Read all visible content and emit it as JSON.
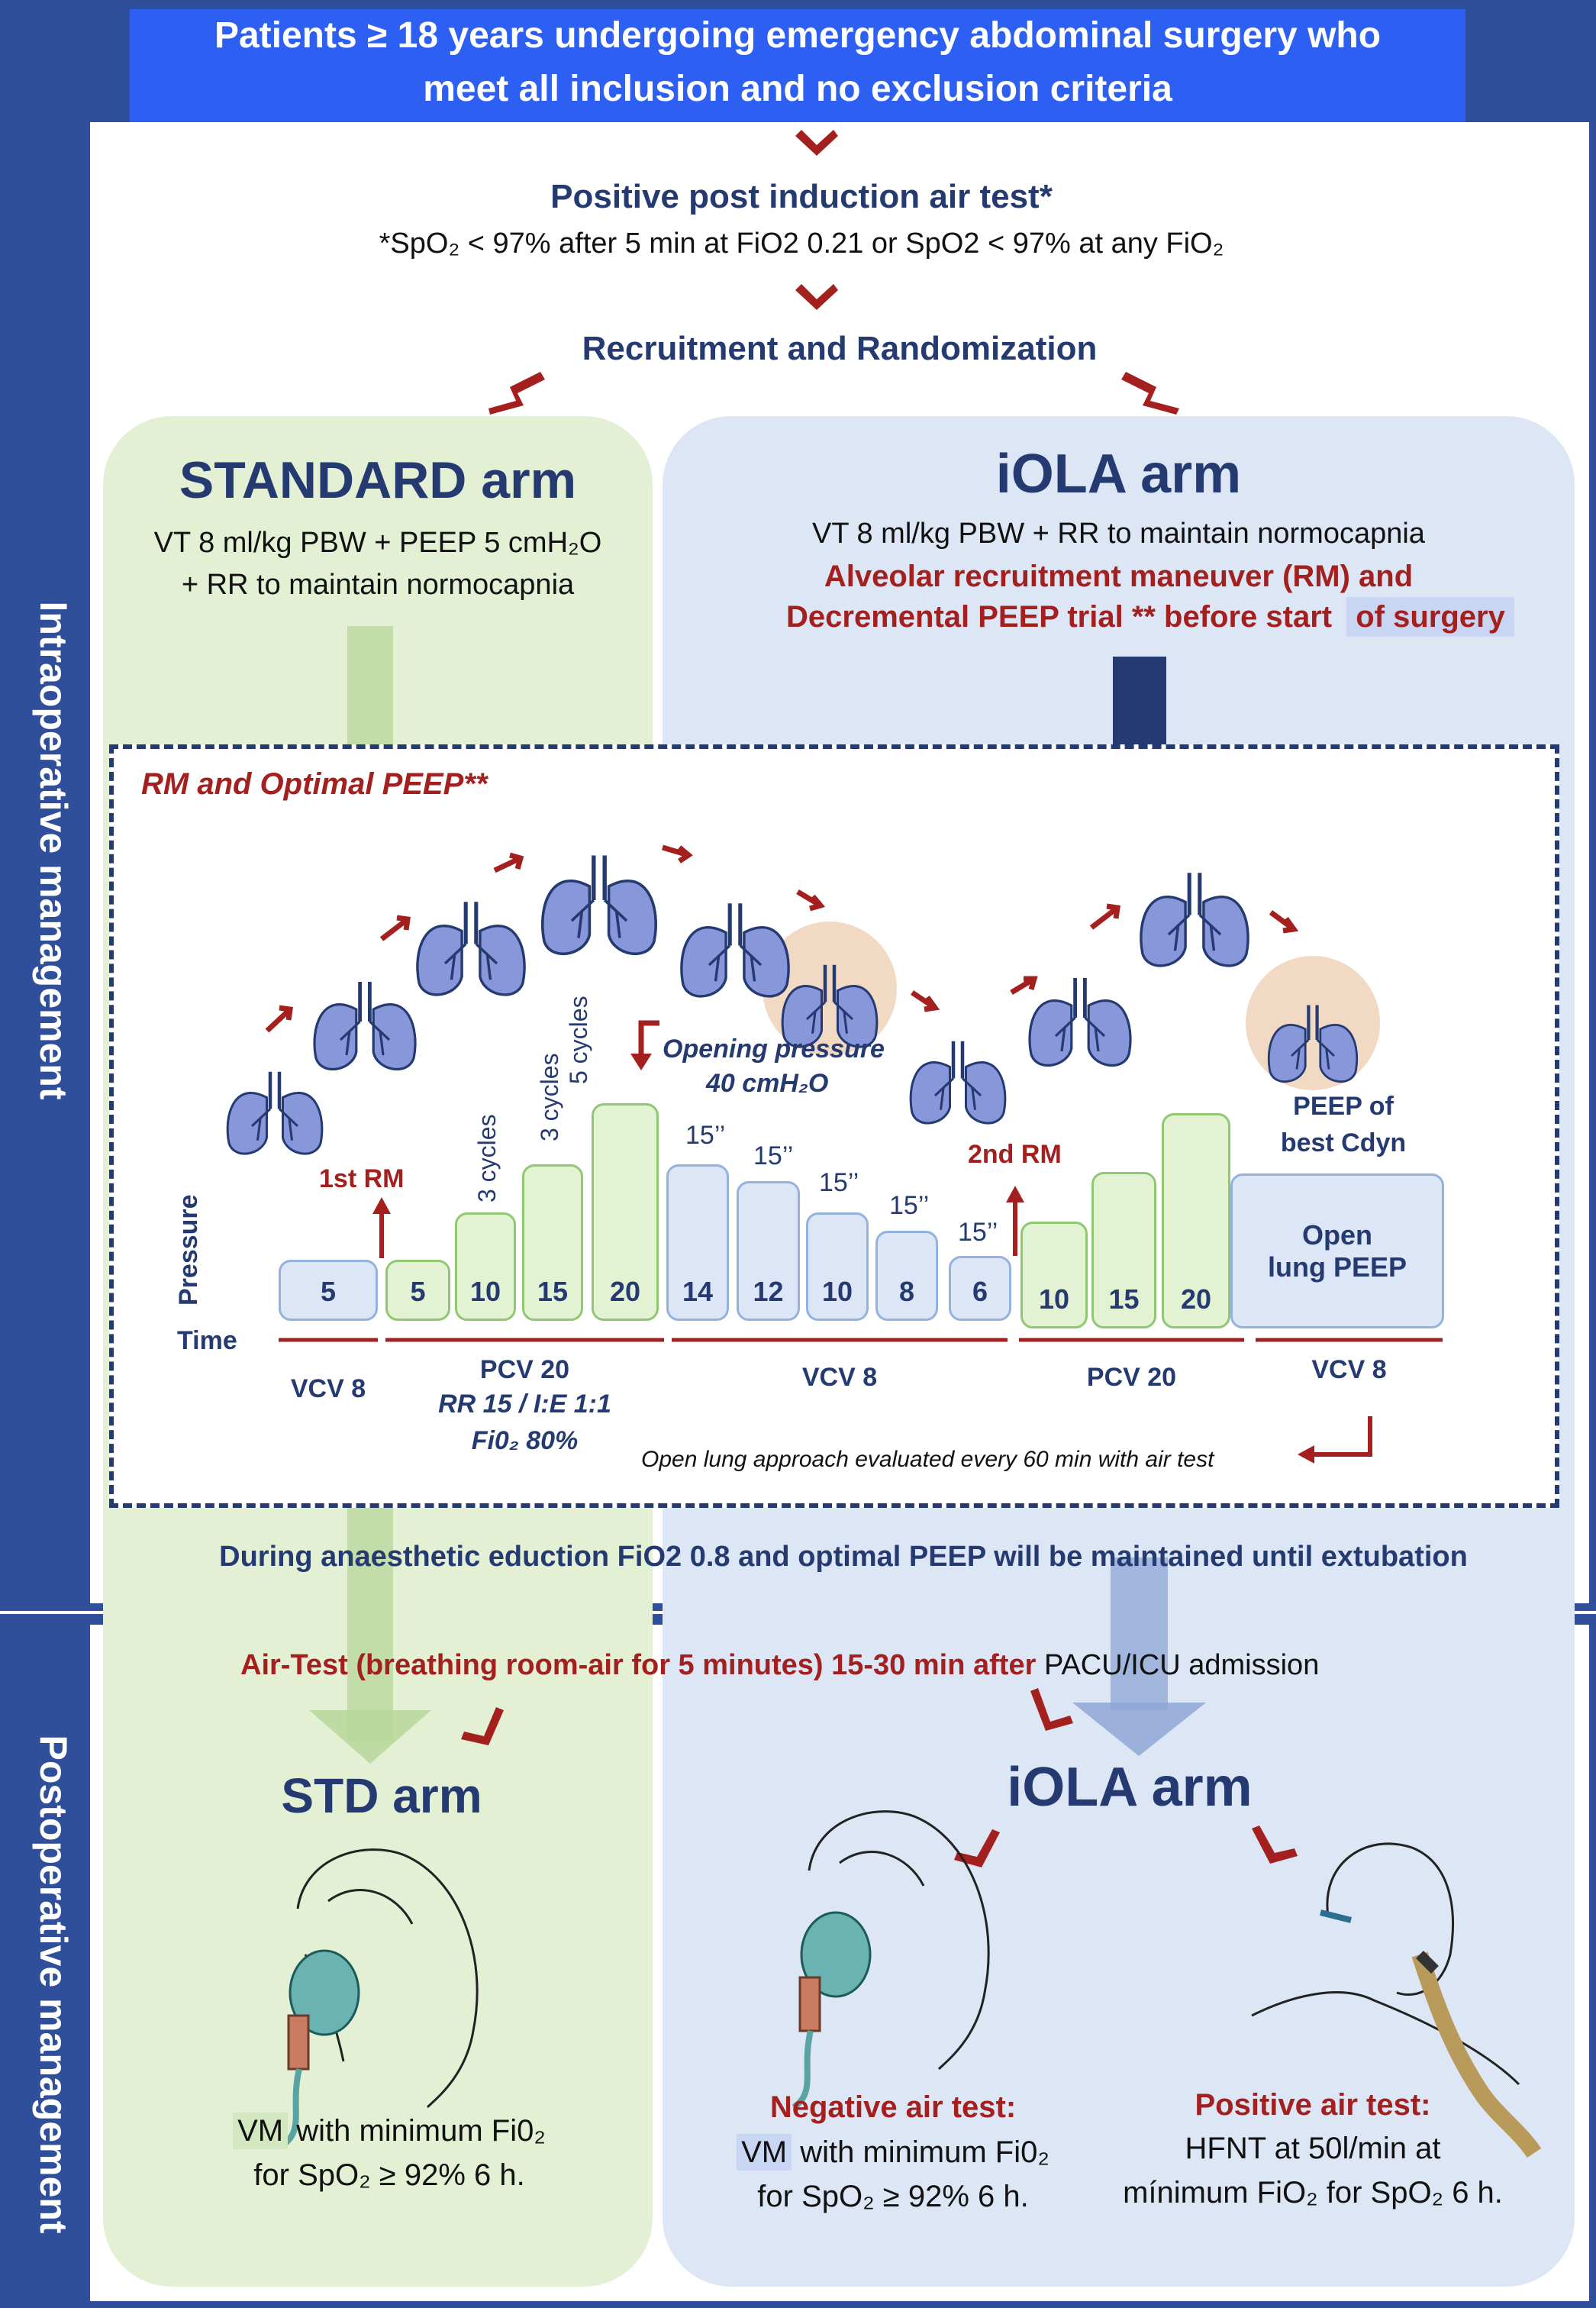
{
  "header": {
    "line1": "Patients ≥ 18 years undergoing emergency abdominal surgery who",
    "line2": "meet all inclusion and no exclusion criteria"
  },
  "side_labels": {
    "intraop": "Intraoperative management",
    "postop": "Postoperative management"
  },
  "air_test": {
    "title": "Positive post induction air test*",
    "note": "*SpO₂ < 97% after 5 min at FiO2 0.21 or SpO2 < 97% at any FiO₂"
  },
  "randomization": "Recruitment and Randomization",
  "standard_arm": {
    "title": "STANDARD arm",
    "line1": "VT 8 ml/kg PBW + PEEP 5 cmH₂O",
    "line2": "+ RR to maintain normocapnia"
  },
  "iola_arm": {
    "title": "iOLA arm",
    "line1": "VT 8 ml/kg PBW + RR to maintain normocapnia",
    "line2": "Alveolar recruitment maneuver (RM) and",
    "line3a": "Decremental PEEP trial ** before start",
    "line3b": "of surgery"
  },
  "rm_box": {
    "title": "RM and Optimal PEEP**",
    "opening_pressure_1": "Opening pressure",
    "opening_pressure_2": "40 cmH₂O",
    "first_rm": "1st RM",
    "second_rm": "2nd RM",
    "peep_best_1": "PEEP of",
    "peep_best_2": "best Cdyn",
    "open_lung_1": "Open",
    "open_lung_2": "lung PEEP",
    "pressure_label": "Pressure",
    "time_label": "Time",
    "cycles": [
      "3 cycles",
      "3 cycles",
      "5 cycles"
    ],
    "secs": [
      "15’’",
      "15’’",
      "15’’",
      "15’’",
      "15’’"
    ],
    "bars": [
      "5",
      "5",
      "10",
      "15",
      "20",
      "14",
      "12",
      "10",
      "8",
      "6",
      "10",
      "15",
      "20"
    ],
    "phases": [
      "VCV 8",
      "PCV 20",
      "VCV 8",
      "PCV 20",
      "VCV 8"
    ],
    "pcv_note1": "RR 15 / I:E 1:1",
    "pcv_note2": "Fi0₂ 80%",
    "eval_note": "Open lung approach evaluated every 60 min with air test"
  },
  "eduction": "During anaesthetic eduction FiO2 0.8 and optimal PEEP will be maintained until extubation",
  "postop": {
    "airtest_red": "Air-Test (breathing room-air for 5 minutes) 15-30 min after",
    "airtest_black": "PACU/ICU admission",
    "std_title": "STD arm",
    "iola_title": "iOLA arm",
    "std_vm": "VM",
    "std_line1": "with minimum Fi0₂",
    "std_line2": "for SpO₂ ≥ 92% 6 h.",
    "neg_title": "Negative air test:",
    "neg_vm": "VM",
    "neg_line1": "with minimum Fi0₂",
    "neg_line2": "for SpO₂ ≥ 92% 6 h.",
    "pos_title": "Positive air test:",
    "pos_line1": "HFNT at 50l/min at",
    "pos_line2": "mínimum FiO₂ for SpO₂ 6 h."
  },
  "colors": {
    "frame": "#2f4f9b",
    "header_bg": "#2d5ff2",
    "standard_bg": "#e3f0d4",
    "iola_bg": "#dce6f4",
    "arrow_red": "#a3201f",
    "navy": "#243a70"
  }
}
